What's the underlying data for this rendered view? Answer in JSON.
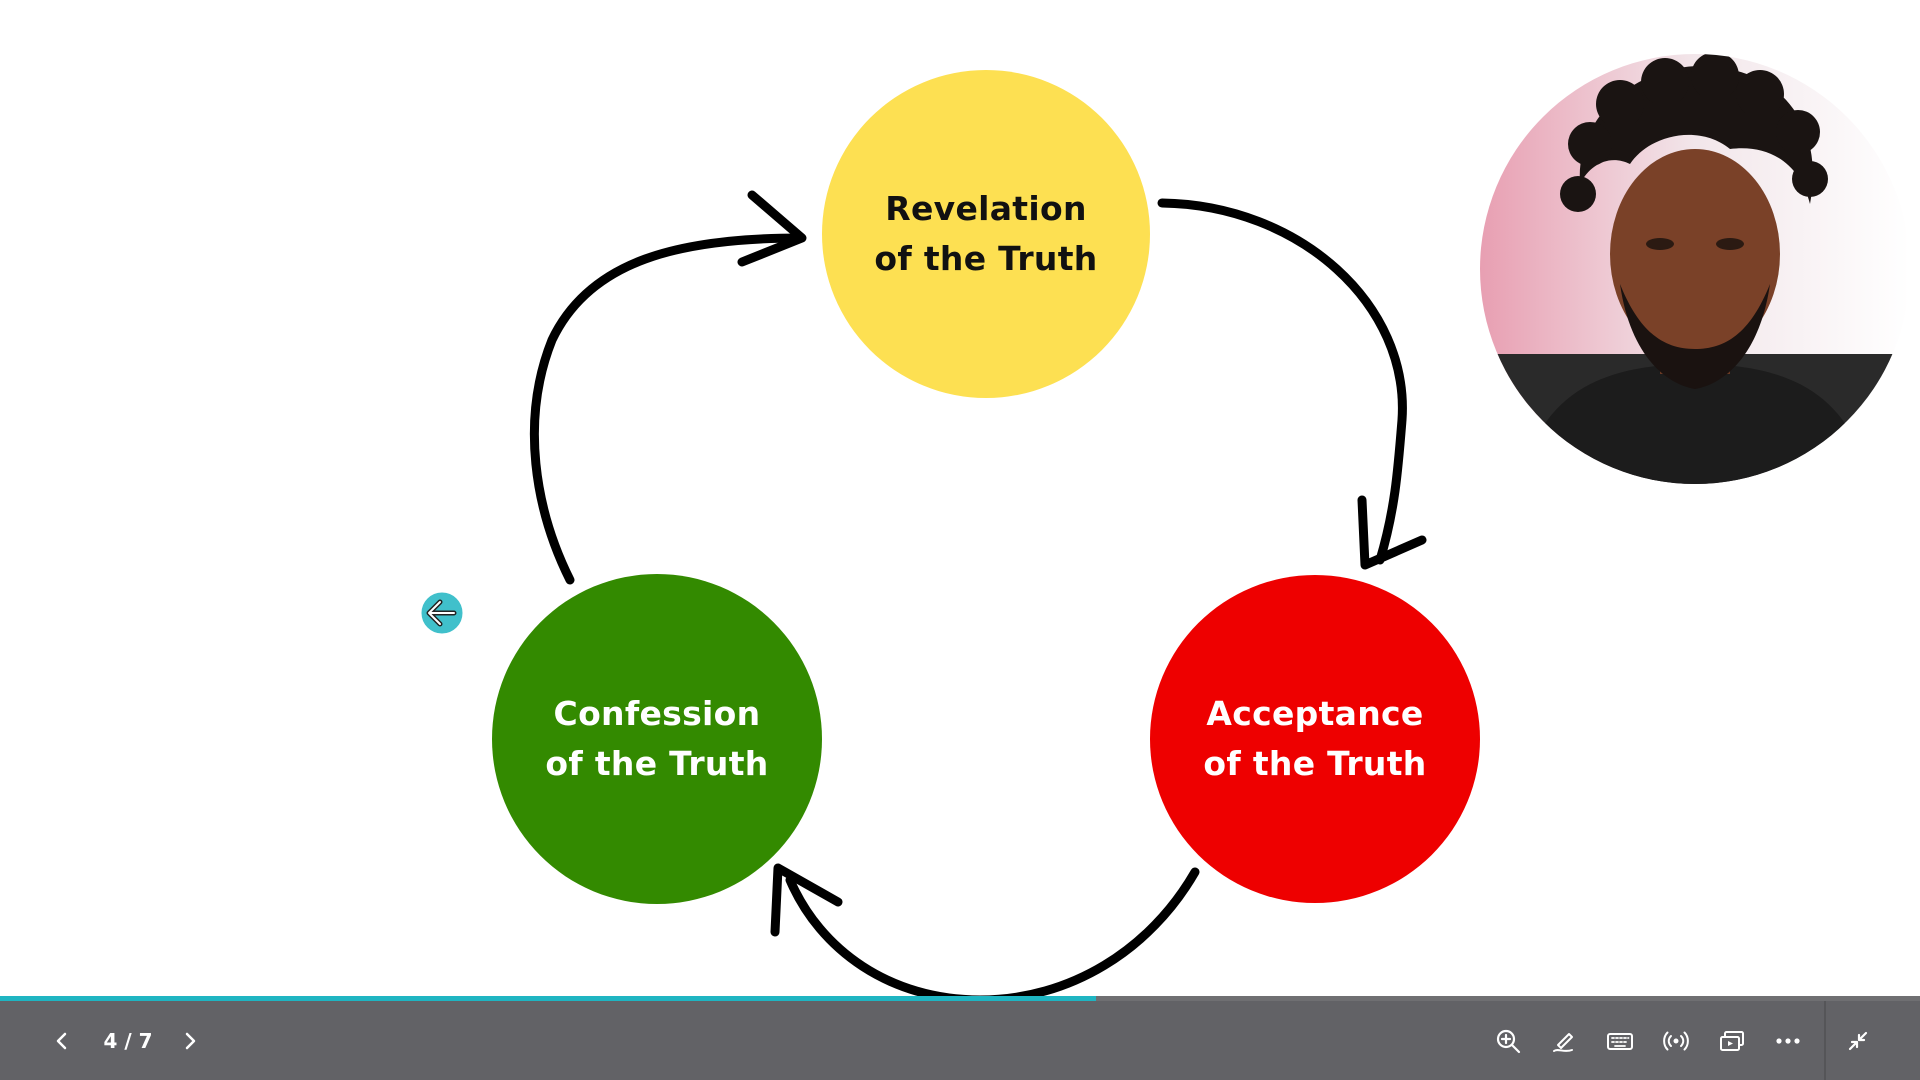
{
  "diagram": {
    "nodes": [
      {
        "id": "revelation",
        "label": "Revelation\nof the Truth",
        "color": "#fde052",
        "text_color": "#111111"
      },
      {
        "id": "acceptance",
        "label": "Acceptance\nof the Truth",
        "color": "#ee0000",
        "text_color": "#ffffff"
      },
      {
        "id": "confession",
        "label": "Confession\nof the Truth",
        "color": "#338a00",
        "text_color": "#ffffff"
      }
    ],
    "arrow_color": "#000000"
  },
  "presenter": {
    "icon": "presenter-video-icon"
  },
  "cursor": {
    "icon": "arrow-left-cursor-icon",
    "color": "#1fb5c2"
  },
  "progress": {
    "fraction": 0.571,
    "color": "#1fb5c2"
  },
  "toolbar": {
    "page_count": "4 / 7",
    "buttons": [
      {
        "id": "prev",
        "icon": "chevron-left-icon"
      },
      {
        "id": "next",
        "icon": "chevron-right-icon"
      },
      {
        "id": "zoom",
        "icon": "zoom-in-icon"
      },
      {
        "id": "annotate",
        "icon": "pen-icon"
      },
      {
        "id": "keyboard",
        "icon": "keyboard-icon"
      },
      {
        "id": "broadcast",
        "icon": "broadcast-icon"
      },
      {
        "id": "present",
        "icon": "present-window-icon"
      },
      {
        "id": "more",
        "icon": "more-icon"
      },
      {
        "id": "exit-fullscreen",
        "icon": "collapse-icon"
      }
    ],
    "background": "#626266"
  }
}
